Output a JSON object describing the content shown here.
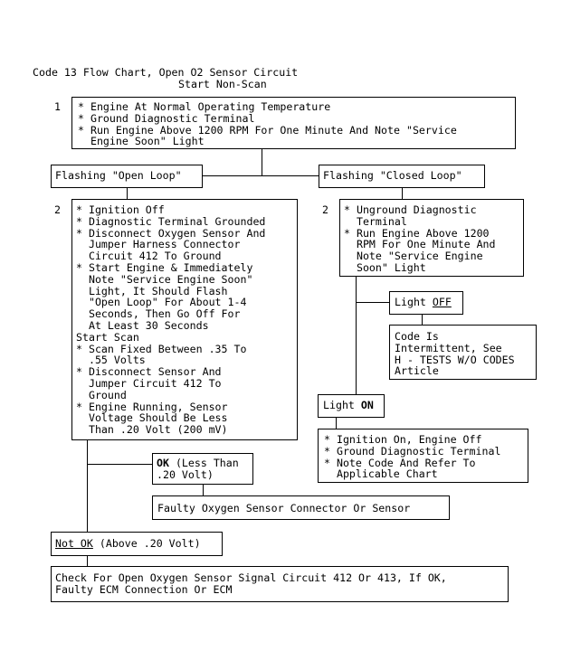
{
  "title": {
    "line1": "Code 13 Flow Chart, Open O2 Sensor Circuit",
    "line2": "Start Non-Scan"
  },
  "step1": {
    "number": "1",
    "text": "* Engine At Normal Operating Temperature\n* Ground Diagnostic Terminal\n* Run Engine Above 1200 RPM For One Minute And Note \"Service\n  Engine Soon\" Light"
  },
  "flashing_open": "Flashing \"Open Loop\"",
  "flashing_closed": "Flashing \"Closed Loop\"",
  "step2_left": {
    "number": "2",
    "text": "* Ignition Off\n* Diagnostic Terminal Grounded\n* Disconnect Oxygen Sensor And\n  Jumper Harness Connector\n  Circuit 412 To Ground\n* Start Engine & Immediately\n  Note \"Service Engine Soon\"\n  Light, It Should Flash\n  \"Open Loop\" For About 1-4\n  Seconds, Then Go Off For\n  At Least 30 Seconds\nStart Scan\n* Scan Fixed Between .35 To\n  .55 Volts\n* Disconnect Sensor And\n  Jumper Circuit 412 To\n  Ground\n* Engine Running, Sensor\n  Voltage Should Be Less\n  Than .20 Volt (200 mV)"
  },
  "step2_right": {
    "number": "2",
    "text": "* Unground Diagnostic\n  Terminal\n* Run Engine Above 1200\n  RPM For One Minute And\n  Note \"Service Engine\n  Soon\" Light"
  },
  "light_off": {
    "prefix": "Light ",
    "emph": "OFF"
  },
  "intermittent": "Code Is\nIntermittent, See\nH - TESTS W/O CODES\nArticle",
  "light_on": {
    "prefix": "Light ",
    "emph": "ON"
  },
  "ignition_on": "* Ignition On, Engine Off\n* Ground Diagnostic Terminal\n* Note Code And Refer To\n  Applicable Chart",
  "ok_box": {
    "emph": "OK",
    "rest": " (Less Than\n.20 Volt)"
  },
  "faulty_sensor": "Faulty Oxygen Sensor Connector Or Sensor",
  "not_ok": {
    "emph": "Not OK",
    "rest": " (Above .20 Volt)"
  },
  "final": "Check For Open Oxygen Sensor Signal Circuit 412 Or 413, If OK,\nFaulty ECM Connection Or ECM"
}
